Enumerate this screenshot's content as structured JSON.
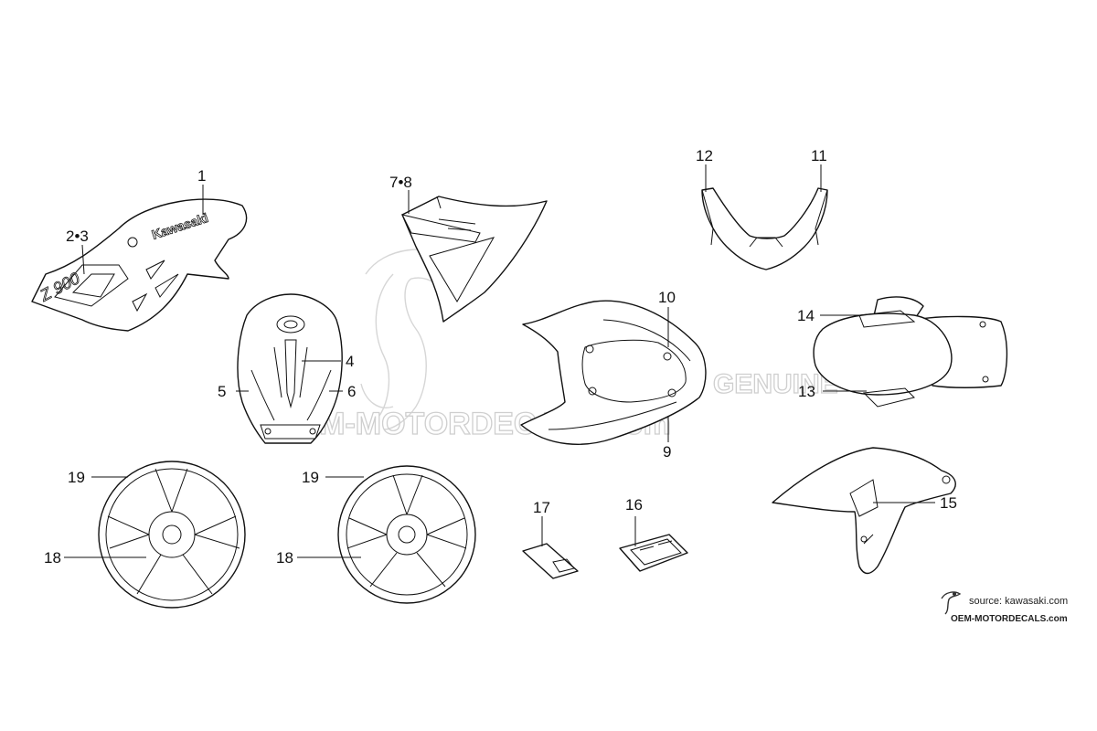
{
  "watermark": {
    "line1": "GENUINE",
    "line2": "OEM-MOTORDECALS.com"
  },
  "source_badge": {
    "source": "source: kawasaki.com",
    "brand": "OEM-MOTORDECALS.com"
  },
  "decal_text": {
    "tank_cover": "Kawasaki",
    "shroud": "Z 900"
  },
  "callouts": {
    "c1": "1",
    "c2_3": "2•3",
    "c4": "4",
    "c5": "5",
    "c6": "6",
    "c7_8": "7•8",
    "c9": "9",
    "c10": "10",
    "c11": "11",
    "c12": "12",
    "c13": "13",
    "c14": "14",
    "c15": "15",
    "c16": "16",
    "c17": "17",
    "c18_left": "18",
    "c18_right": "18",
    "c19_left": "19",
    "c19_right": "19"
  }
}
